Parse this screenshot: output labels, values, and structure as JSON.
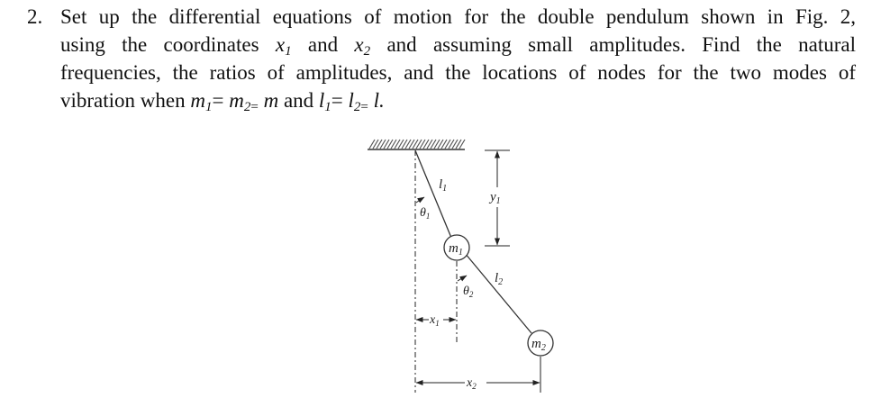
{
  "problem": {
    "number": "2.",
    "line1": "Set up the differential equations of motion for the double pendulum shown in Fig. 2,",
    "line2_a": "using the coordinates ",
    "line2_x1": "x",
    "line2_x1_sub": "1",
    "line2_b": " and ",
    "line2_x2": "x",
    "line2_x2_sub": "2",
    "line2_c": " and assuming small amplitudes. Find the natural",
    "line3": "frequencies, the ratios of amplitudes, and the locations of nodes for the two modes of",
    "line4_a": "vibration when ",
    "line4_m1": "m",
    "line4_m1_sub": "1",
    "line4_eq1": "= ",
    "line4_m2": "m",
    "line4_m2_sub": "2",
    "line4_eq2": "= ",
    "line4_m": "m",
    "line4_b": " and ",
    "line4_l1": "l",
    "line4_l1_sub": "1",
    "line4_eq3": "= ",
    "line4_l2": "l",
    "line4_l2_sub": "2",
    "line4_eq4": "= ",
    "line4_l": "l.",
    "equals_sign_small": "="
  },
  "figure": {
    "label_l1": "l",
    "label_l1_sub": "1",
    "label_theta1": "θ",
    "label_theta1_sub": "1",
    "label_m1": "m",
    "label_m1_sub": "1",
    "label_y1": "y",
    "label_y1_sub": "1",
    "label_l2": "l",
    "label_l2_sub": "2",
    "label_theta2": "θ",
    "label_theta2_sub": "2",
    "label_x1": "x",
    "label_x1_sub": "1",
    "label_m2": "m",
    "label_m2_sub": "2",
    "label_x2": "x",
    "label_x2_sub": "2"
  }
}
